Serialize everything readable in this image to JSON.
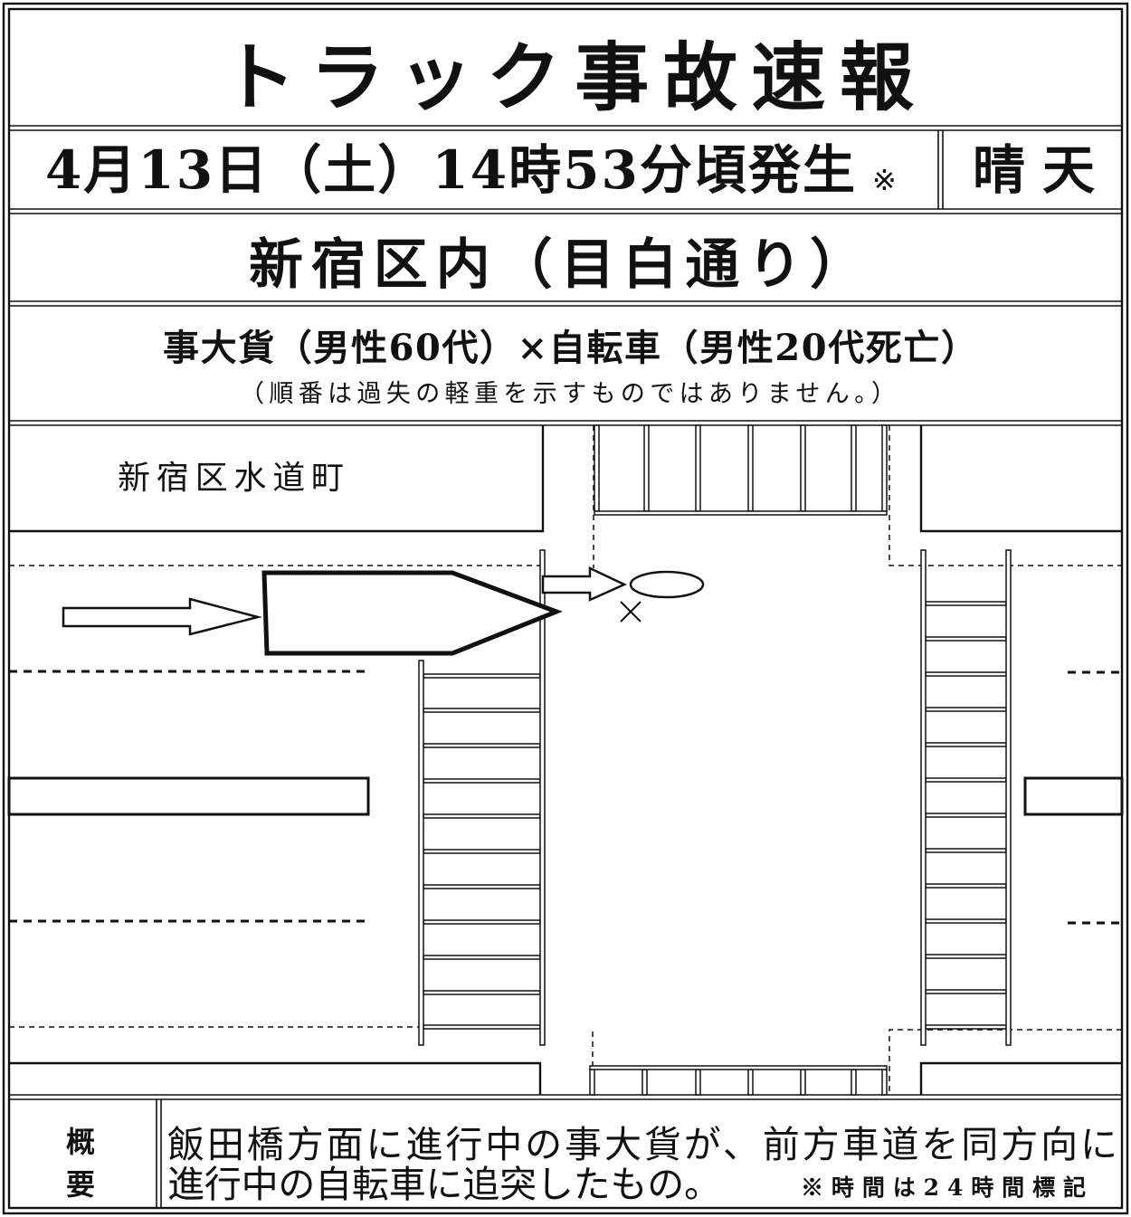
{
  "header": {
    "title": "トラック事故速報"
  },
  "incident": {
    "datetime": "4月13日（土）14時53分頃発生",
    "datetime_mark": "※",
    "weather": "晴天",
    "location": "新宿区内（目白通り）",
    "parties": "事大貨（男性60代）×自転車（男性20代死亡）",
    "parties_note": "（順番は過失の軽重を示すものではありません。）"
  },
  "diagram": {
    "area_label": "新宿区水道町"
  },
  "summary": {
    "label": [
      "概",
      "要"
    ],
    "lines": [
      "飯田橋方面に進行中の事大貨が、前方車道を同方向に",
      "進行中の自転車に追突したもの。"
    ],
    "time_note": "※時間は24時間標記"
  },
  "colors": {
    "ink": "#111111",
    "paper": "#ffffff"
  }
}
